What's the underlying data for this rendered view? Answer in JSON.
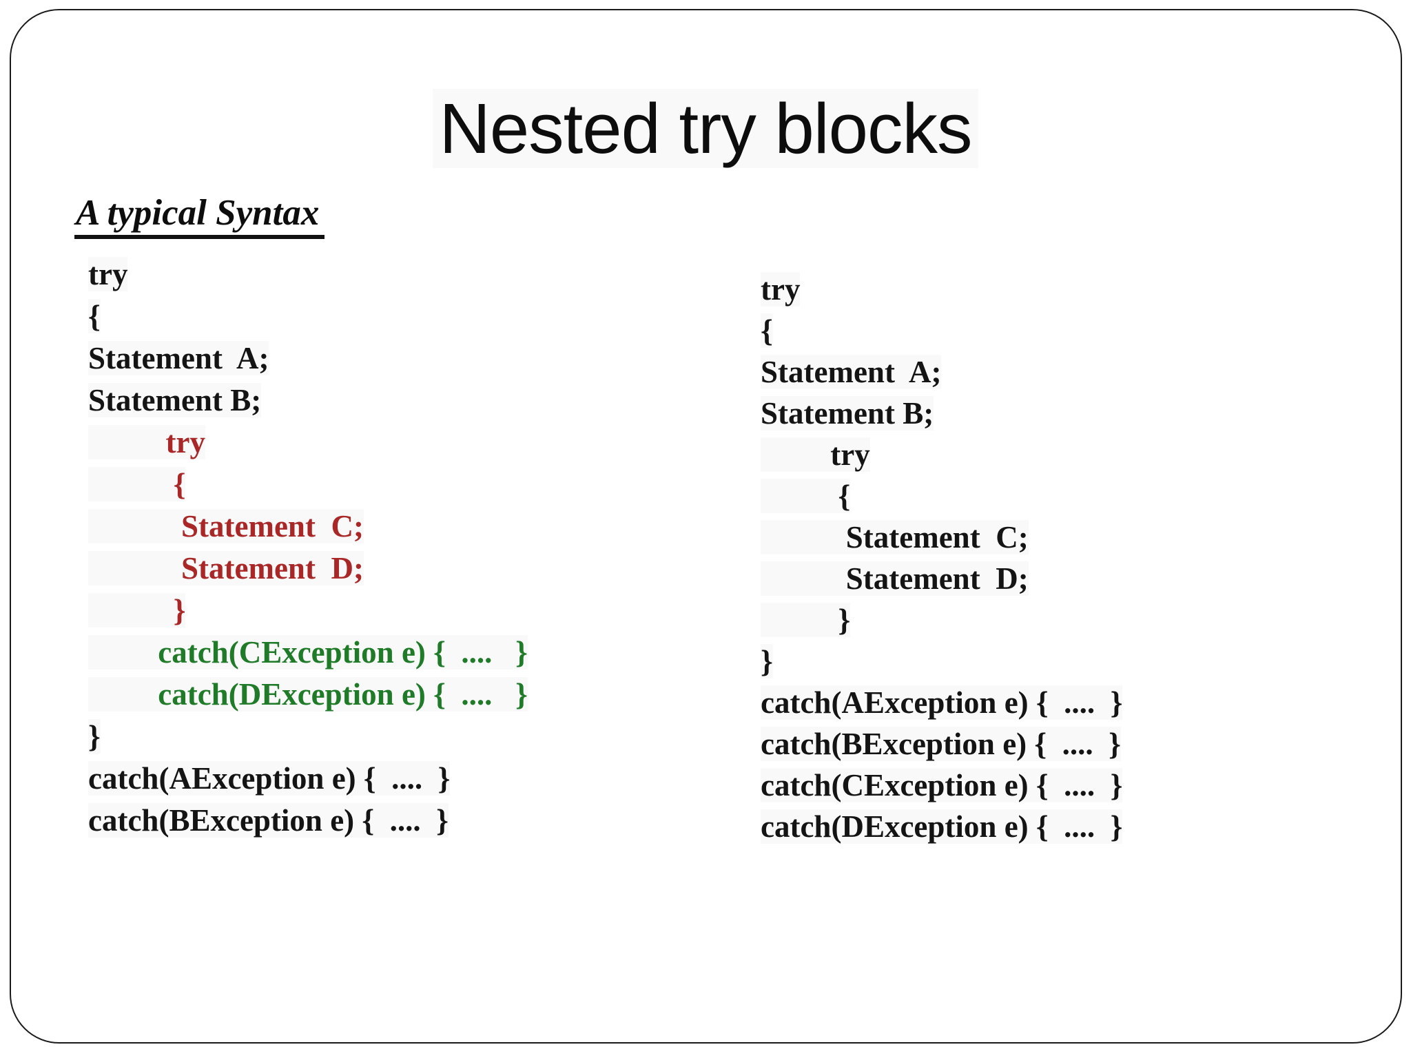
{
  "slide": {
    "title": "Nested try blocks",
    "subtitle": "A typical Syntax"
  },
  "colors": {
    "text": "#141414",
    "nested_try_red": "#AA2727",
    "catch_green": "#1F7B28",
    "border": "#1a1a1a",
    "background": "#ffffff"
  },
  "left_code": {
    "lines": [
      {
        "text": "try",
        "color": "black"
      },
      {
        "text": "{",
        "color": "black"
      },
      {
        "text": "Statement  A;",
        "color": "black"
      },
      {
        "text": "Statement B;",
        "color": "black"
      },
      {
        "text": "          try",
        "color": "red"
      },
      {
        "text": "           {",
        "color": "red"
      },
      {
        "text": "            Statement  C;",
        "color": "red"
      },
      {
        "text": "            Statement  D;",
        "color": "red"
      },
      {
        "text": "           }",
        "color": "red"
      },
      {
        "text": "         catch(CException e) {  ....   }",
        "color": "green"
      },
      {
        "text": "         catch(DException e) {  ....   }",
        "color": "green"
      },
      {
        "text": "}",
        "color": "black"
      },
      {
        "text": "catch(AException e) {  ....  }",
        "color": "black"
      },
      {
        "text": "catch(BException e) {  ....  }",
        "color": "black"
      }
    ]
  },
  "right_code": {
    "lines": [
      {
        "text": "try",
        "color": "black"
      },
      {
        "text": "{",
        "color": "black"
      },
      {
        "text": "Statement  A;",
        "color": "black"
      },
      {
        "text": "Statement B;",
        "color": "black"
      },
      {
        "text": "         try",
        "color": "black"
      },
      {
        "text": "          {",
        "color": "black"
      },
      {
        "text": "           Statement  C;",
        "color": "black"
      },
      {
        "text": "           Statement  D;",
        "color": "black"
      },
      {
        "text": "          }",
        "color": "black"
      },
      {
        "text": "}",
        "color": "black"
      },
      {
        "text": "catch(AException e) {  ....  }",
        "color": "black"
      },
      {
        "text": "catch(BException e) {  ....  }",
        "color": "black"
      },
      {
        "text": "catch(CException e) {  ....  }",
        "color": "black"
      },
      {
        "text": "catch(DException e) {  ....  }",
        "color": "black"
      }
    ]
  }
}
